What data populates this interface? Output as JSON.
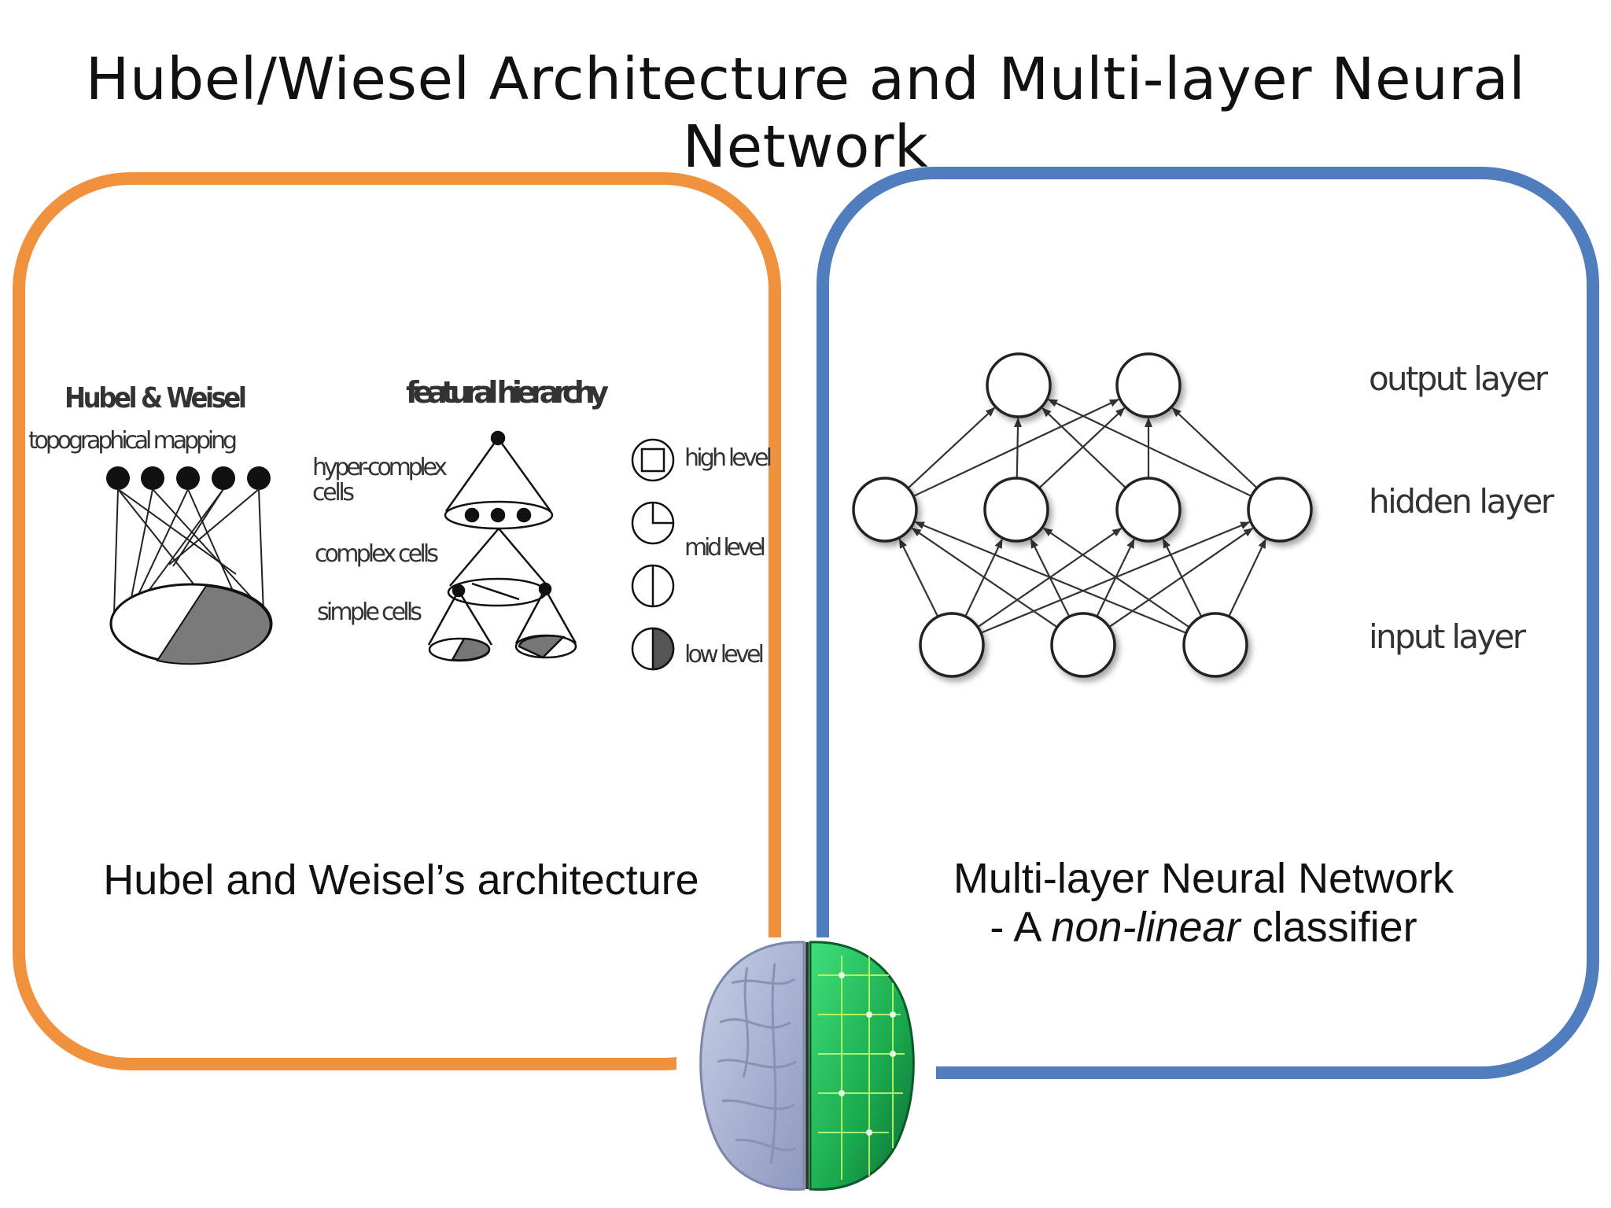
{
  "title": "Hubel/Wiesel Architecture and Multi-layer Neural Network",
  "colors": {
    "left_panel": "#f0913e",
    "right_panel": "#4f7dbd"
  },
  "left_panel": {
    "heading_left": "Hubel & Weisel",
    "subheading_left": "topographical mapping",
    "heading_right": "featural hierarchy",
    "cell_labels": {
      "hyper_complex_1": "hyper-complex",
      "hyper_complex_2": "cells",
      "complex": "complex cells",
      "simple": "simple cells"
    },
    "level_labels": {
      "high": "high level",
      "mid": "mid level",
      "low": "low level"
    },
    "caption": "Hubel and Weisel’s architecture"
  },
  "right_panel": {
    "layers": {
      "output": "output layer",
      "hidden": "hidden layer",
      "input": "input layer"
    },
    "caption_line1": "Multi-layer Neural Network",
    "caption_line2_prefix": "- A ",
    "caption_line2_italic": "non-linear",
    "caption_line2_suffix": " classifier"
  },
  "icons": [
    "brain-circuit-icon"
  ]
}
